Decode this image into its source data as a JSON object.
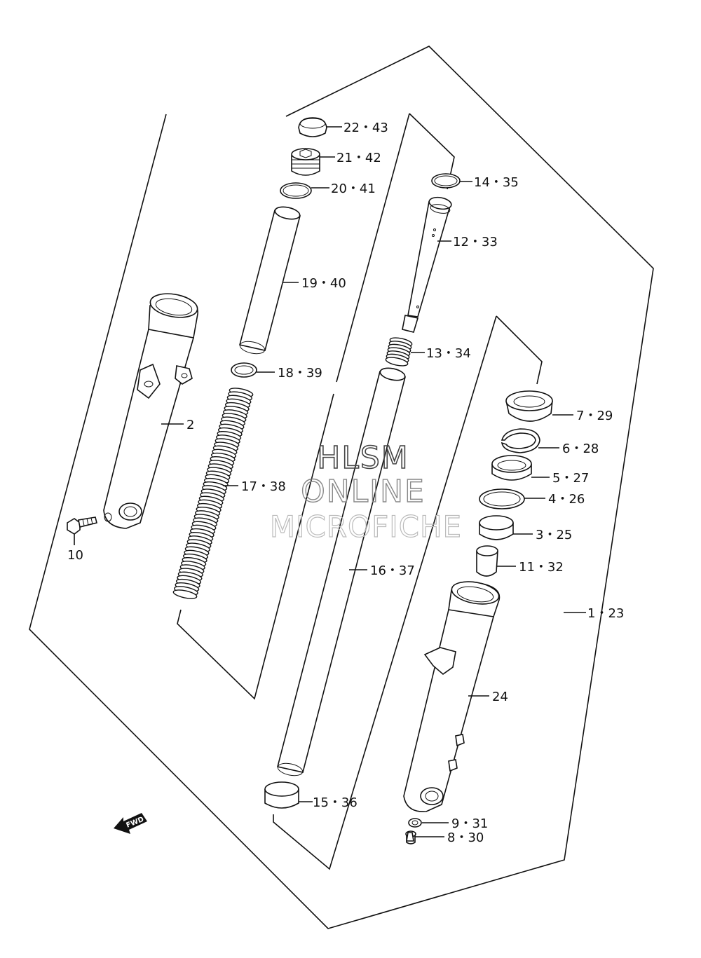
{
  "watermark": {
    "line1": "HLSM",
    "line2": "ONLINE",
    "line3": "MICROFICHE"
  },
  "direction_badge": "FWD",
  "callouts": [
    {
      "id": "22-43",
      "label": "22・43"
    },
    {
      "id": "21-42",
      "label": "21・42"
    },
    {
      "id": "20-41",
      "label": "20・41"
    },
    {
      "id": "19-40",
      "label": "19・40"
    },
    {
      "id": "18-39",
      "label": "18・39"
    },
    {
      "id": "17-38",
      "label": "17・38"
    },
    {
      "id": "16-37",
      "label": "16・37"
    },
    {
      "id": "15-36",
      "label": "15・36"
    },
    {
      "id": "14-35",
      "label": "14・35"
    },
    {
      "id": "13-34",
      "label": "13・34"
    },
    {
      "id": "12-33",
      "label": "12・33"
    },
    {
      "id": "11-32",
      "label": "11・32"
    },
    {
      "id": "10",
      "label": "10"
    },
    {
      "id": "9-31",
      "label": "9・31"
    },
    {
      "id": "8-30",
      "label": "8・30"
    },
    {
      "id": "7-29",
      "label": "7・29"
    },
    {
      "id": "6-28",
      "label": "6・28"
    },
    {
      "id": "5-27",
      "label": "5・27"
    },
    {
      "id": "4-26",
      "label": "4・26"
    },
    {
      "id": "3-25",
      "label": "3・25"
    },
    {
      "id": "2",
      "label": "2"
    },
    {
      "id": "24",
      "label": "24"
    },
    {
      "id": "1-23",
      "label": "1・23"
    }
  ]
}
